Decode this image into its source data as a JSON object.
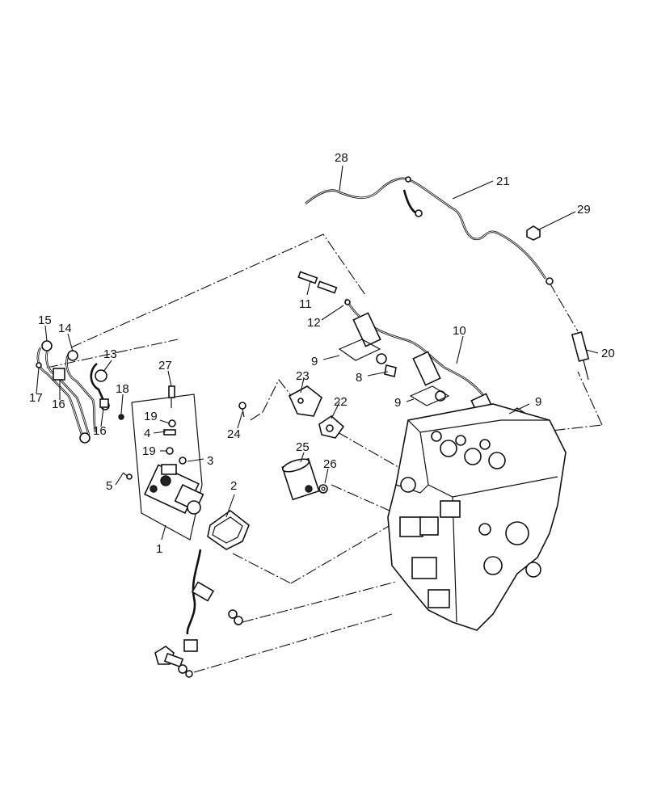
{
  "callouts": [
    {
      "id": "c1",
      "label": "1"
    },
    {
      "id": "c2",
      "label": "2"
    },
    {
      "id": "c3",
      "label": "3"
    },
    {
      "id": "c4",
      "label": "4"
    },
    {
      "id": "c5",
      "label": "5"
    },
    {
      "id": "c8",
      "label": "8"
    },
    {
      "id": "c9a",
      "label": "9"
    },
    {
      "id": "c9b",
      "label": "9"
    },
    {
      "id": "c9c",
      "label": "9"
    },
    {
      "id": "c10",
      "label": "10"
    },
    {
      "id": "c11",
      "label": "11"
    },
    {
      "id": "c12",
      "label": "12"
    },
    {
      "id": "c13",
      "label": "13"
    },
    {
      "id": "c14",
      "label": "14"
    },
    {
      "id": "c15",
      "label": "15"
    },
    {
      "id": "c16a",
      "label": "16"
    },
    {
      "id": "c16b",
      "label": "16"
    },
    {
      "id": "c17",
      "label": "17"
    },
    {
      "id": "c18",
      "label": "18"
    },
    {
      "id": "c19a",
      "label": "19"
    },
    {
      "id": "c19b",
      "label": "19"
    },
    {
      "id": "c20",
      "label": "20"
    },
    {
      "id": "c21",
      "label": "21"
    },
    {
      "id": "c22",
      "label": "22"
    },
    {
      "id": "c23",
      "label": "23"
    },
    {
      "id": "c24",
      "label": "24"
    },
    {
      "id": "c25",
      "label": "25"
    },
    {
      "id": "c26",
      "label": "26"
    },
    {
      "id": "c27",
      "label": "27"
    },
    {
      "id": "c28",
      "label": "28"
    },
    {
      "id": "c29",
      "label": "29"
    }
  ]
}
